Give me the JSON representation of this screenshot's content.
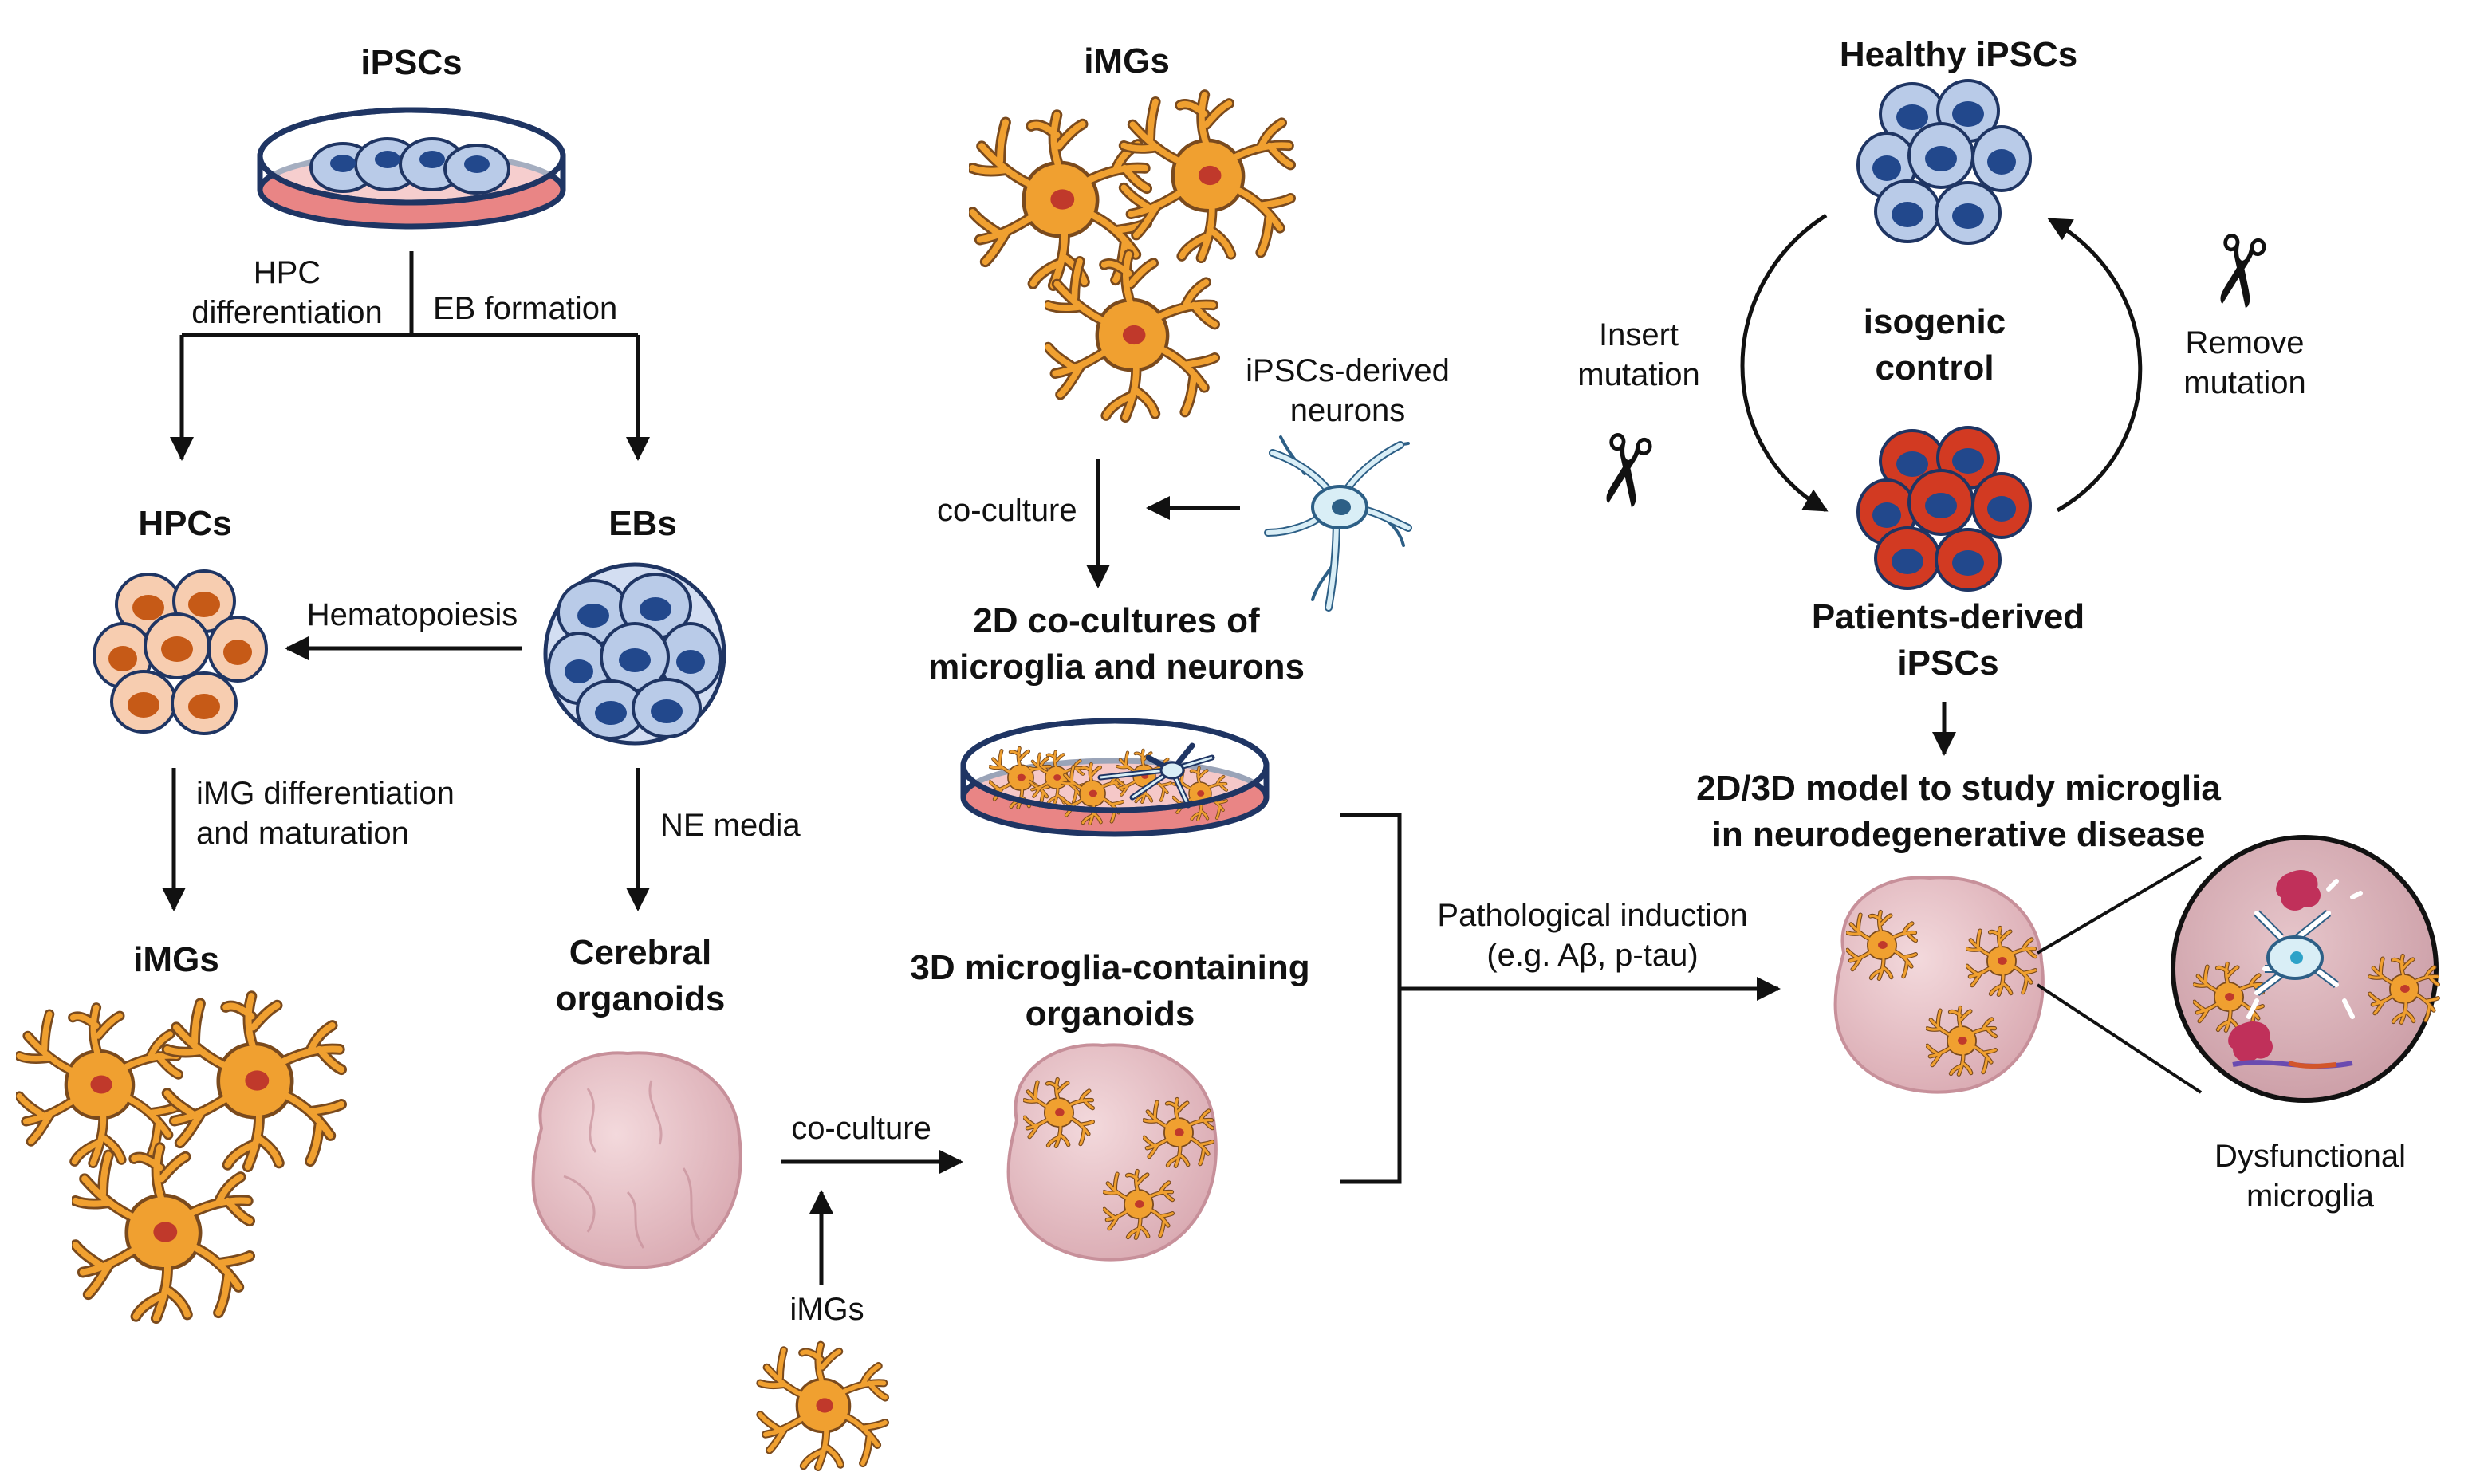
{
  "colors": {
    "ipsc_fill": "#b9cbe8",
    "ipsc_nucleus": "#22488c",
    "ipsc_outline": "#1f3563",
    "hpc_fill": "#f7cdb0",
    "hpc_nucleus": "#c65a17",
    "patient_fill": "#d23a22",
    "patient_nucleus": "#22488c",
    "dish_media": "#e98585",
    "microglia_body": "#f0a030",
    "microglia_outline": "#7a4a1d",
    "microglia_nucleus": "#c0392b",
    "organoid": "#e8c6cb",
    "organoid_outline": "#c7909a",
    "neuron_fill": "#d9eef6",
    "neuron_outline": "#2d5f86",
    "amyloid": "#c0305a"
  },
  "labels": {
    "ipscs": "iPSCs",
    "hpc_diff": [
      "HPC",
      "differentiation"
    ],
    "eb_formation": "EB formation",
    "hpcs": "HPCs",
    "ebs": "EBs",
    "hematopoiesis": "Hematopoiesis",
    "img_diff": [
      "iMG differentiation",
      "and maturation"
    ],
    "ne_media": "NE media",
    "imgs_left": "iMGs",
    "cerebral_organoids": [
      "Cerebral",
      "organoids"
    ],
    "imgs_top": "iMGs",
    "ipsc_neurons": [
      "iPSCs-derived",
      "neurons"
    ],
    "coculture_top": "co-culture",
    "coculture_2d": [
      "2D co-cultures of",
      "microglia and neurons"
    ],
    "organoids_3d": [
      "3D microglia-containing",
      "organoids"
    ],
    "coculture_bottom": "co-culture",
    "imgs_bottom": "iMGs",
    "pathological": [
      "Pathological induction",
      "(e.g. Aβ, p-tau)"
    ],
    "healthy_ipscs": "Healthy iPSCs",
    "isogenic": [
      "isogenic",
      "control"
    ],
    "insert_mutation": [
      "Insert",
      "mutation"
    ],
    "remove_mutation": [
      "Remove",
      "mutation"
    ],
    "patients_ipscs": [
      "Patients-derived",
      "iPSCs"
    ],
    "model_2d3d": [
      "2D/3D model to study microglia",
      "in  neurodegenerative disease"
    ],
    "dysfunctional": [
      "Dysfunctional",
      "microglia"
    ]
  },
  "icons": {
    "scissors_left": "scissors-icon",
    "scissors_right": "scissors-icon"
  }
}
